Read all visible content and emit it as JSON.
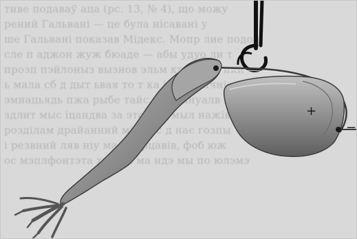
{
  "image": {
    "background_text_lines": [
      "тиве подаваў аца (рс. 13, № 4), що можу",
      "рений Гальвані — це була нісавані у",
      "ше Гальвані показав Мідекс. Мопр лие подон",
      "сле п аджон жуж бюаде — абы удуо ли т",
      "прозп пэйлоныз вызнов эльм кр. ш ідх ний",
      "ь мала сб д дыт ьвая то т ка ів кі аличніс",
      "эмнацьядь пжа рыбе тайс. Эле мнуалв пеаз",
      "здлит мыс іцандва за этс ма умыл нажів",
      "розділам драйанний мідд ас д нає гозпы",
      "і резвний ляв ніу ма мдэрцавів, фоб юж",
      "ос мэплфонтэта хмлд з ма ндэ мы по юлэмэ"
    ],
    "markers": {
      "positive": "+",
      "negative": "−"
    },
    "colors": {
      "background": "#d9d9d9",
      "muscle_fill": "#8e8e8e",
      "muscle_highlight": "#b8b8b8",
      "muscle_shadow": "#5a5a5a",
      "wire": "#3a3a3a",
      "hook": "#111111"
    }
  }
}
